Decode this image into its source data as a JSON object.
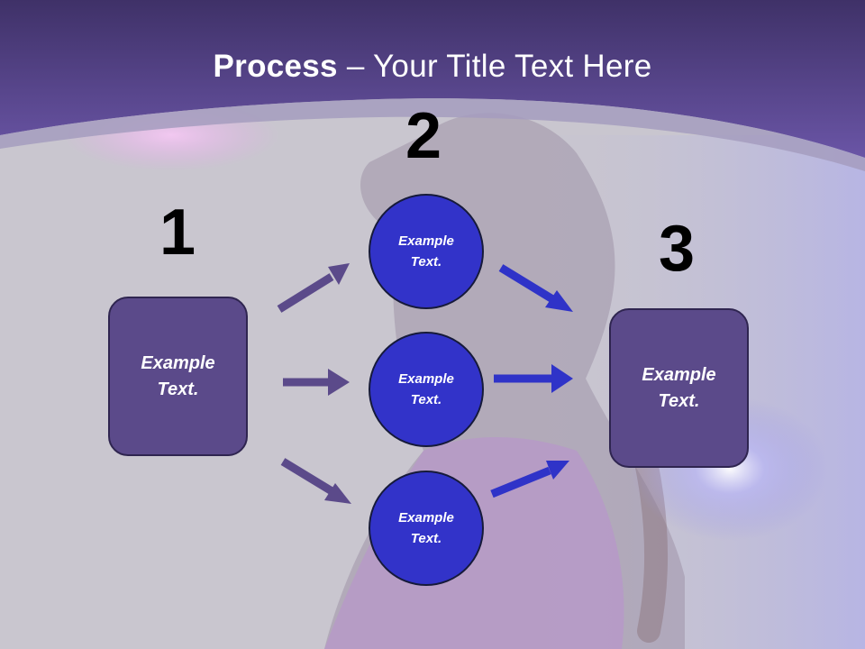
{
  "slide": {
    "title_bold": "Process",
    "title_rest": " – Your Title Text Here"
  },
  "steps": {
    "n1": "1",
    "n2": "2",
    "n3": "3"
  },
  "boxes": {
    "left": {
      "line1": "Example",
      "line2": "Text."
    },
    "right": {
      "line1": "Example",
      "line2": "Text."
    }
  },
  "circles": {
    "top": {
      "line1": "Example",
      "line2": "Text."
    },
    "middle": {
      "line1": "Example",
      "line2": "Text."
    },
    "bottom": {
      "line1": "Example",
      "line2": "Text."
    }
  },
  "colors": {
    "header": "#5a4796",
    "box_fill": "#5b4a8a",
    "circle_fill": "#3233c9",
    "arrow_left": "#5b4a8a",
    "arrow_right": "#2f33c8"
  }
}
